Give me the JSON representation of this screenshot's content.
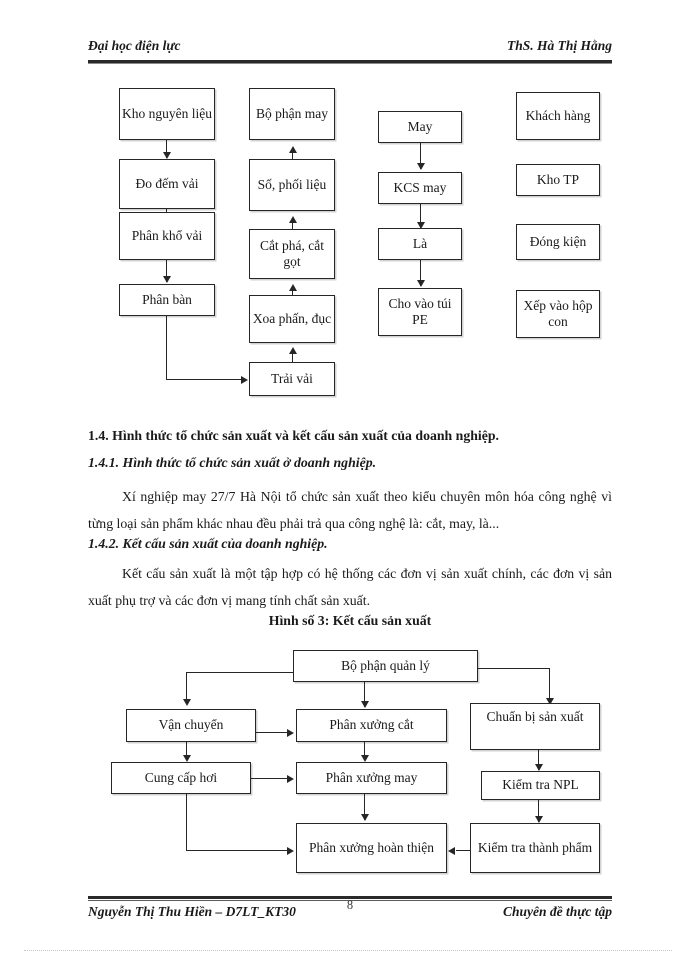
{
  "header": {
    "left": "Đại học điện lực",
    "right": "ThS. Hà Thị Hằng"
  },
  "footer": {
    "left": "Nguyễn Thị Thu Hiền – D7LT_KT30",
    "right": "Chuyên đề thực tập",
    "page_number": "8"
  },
  "diagram_top": {
    "column1": [
      {
        "label": "Kho nguyên liệu"
      },
      {
        "label": "Đo đếm vải"
      },
      {
        "label": "Phân khổ vải"
      },
      {
        "label": "Phân bàn"
      }
    ],
    "column2": [
      {
        "label": "Bộ phận may"
      },
      {
        "label": "Số, phối liệu"
      },
      {
        "label": "Cắt phá, cắt gọt"
      },
      {
        "label": "Xoa phấn, đục"
      },
      {
        "label": "Trải vải"
      }
    ],
    "column3": [
      {
        "label": "May"
      },
      {
        "label": "KCS may"
      },
      {
        "label": "Là"
      },
      {
        "label": "Cho vào túi PE"
      }
    ],
    "column4": [
      {
        "label": "Khách hàng"
      },
      {
        "label": "Kho TP"
      },
      {
        "label": "Đóng kiện"
      },
      {
        "label": "Xếp vào hộp con"
      }
    ]
  },
  "sections": {
    "h_1_4": "1.4. Hình thức tổ chức sản xuất và kết cấu sản xuất của doanh nghiệp.",
    "h_1_4_1": "1.4.1. Hình thức tổ chức sản xuất ở doanh nghiệp.",
    "p_1_4_1": "Xí nghiệp may 27/7 Hà Nội tổ chức sản xuất theo kiểu chuyên môn hóa công nghệ vì từng loại sản phẩm khác nhau đều phải trả qua công nghệ là: cắt, may, là...",
    "h_1_4_2": "1.4.2. Kết cấu sản xuất của doanh nghiệp.",
    "p_1_4_2": "Kết cấu sản xuất là một tập hợp có hệ thống các đơn vị sản xuất chính, các đơn vị sản xuất phụ trợ và các đơn vị mang tính chất sản xuất.",
    "figure_caption": "Hình số 3: Kết cấu sản xuất"
  },
  "diagram_bottom": {
    "nodes": [
      {
        "label": "Bộ phận quản lý"
      },
      {
        "label": "Vận chuyển"
      },
      {
        "label": "Phân xưởng cắt"
      },
      {
        "label": "Chuẩn bị sản xuất"
      },
      {
        "label": "Cung cấp hơi"
      },
      {
        "label": "Phân xưởng may"
      },
      {
        "label": "Kiểm tra NPL"
      },
      {
        "label": "Phân xưởng hoàn thiện"
      },
      {
        "label": "Kiểm tra thành phẩm"
      }
    ]
  },
  "colors": {
    "ink": "#1a1a1a",
    "rule": "#2a2a2a",
    "box_border": "#262626",
    "page_bg": "#ffffff"
  }
}
